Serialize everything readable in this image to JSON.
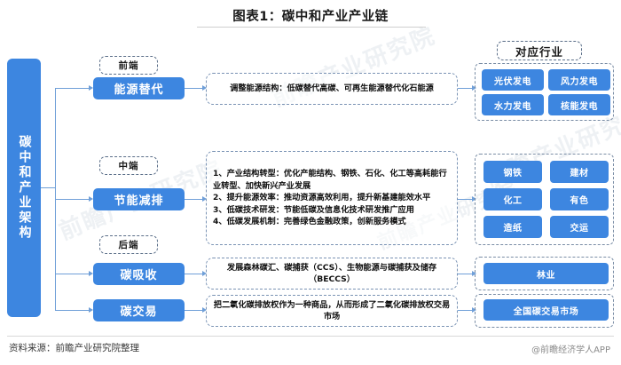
{
  "title": "图表1：碳中和产业产业链",
  "root": {
    "label": "碳中和产业架构"
  },
  "stage_labels": {
    "front": "前端",
    "middle": "中端",
    "back": "后端"
  },
  "right_header": "对应行业",
  "branches": [
    {
      "name": "能源替代",
      "description": "调整能源结构：低碳替代高碳、可再生能源替代化石能源",
      "industries": [
        "光伏发电",
        "风力发电",
        "水力发电",
        "核能发电"
      ]
    },
    {
      "name": "节能减排",
      "description": "1、产业结构转型：优化产能结构、钢铁、石化、化工等高耗能行业转型、加快新兴产业发展\n2、提升能源效率：推动资源高效利用，提升新基建能效水平\n3、低碳技术研发：节能低碳及信息化技术研发推广应用\n4、低碳发展机制：完善绿色金融政策，创新服务模式",
      "industries": [
        "钢铁",
        "建材",
        "化工",
        "有色",
        "造纸",
        "交运"
      ]
    },
    {
      "name": "碳吸收",
      "description": "发展森林碳汇、碳捕获（CCS）、生物能源与碳捕获及储存（BECCS）",
      "industries": [
        "林业"
      ]
    },
    {
      "name": "碳交易",
      "description": "把二氧化碳排放权作为一种商品，从而形成了二氧化碳排放权交易市场",
      "industries": [
        "全国碳交易市场"
      ]
    }
  ],
  "footer": {
    "source": "资料来源：前瞻产业研究院整理",
    "app": "@前瞻经济学人APP"
  },
  "watermarks": {
    "w1": "前瞻产业研究院",
    "w2": "前瞻产业研究院",
    "w3": "前瞻产业研究院",
    "w4": "前瞻产业研究院"
  },
  "colors": {
    "accent": "#3d86e0",
    "line": "#6f9fd8",
    "dash": "#7a93b4"
  }
}
